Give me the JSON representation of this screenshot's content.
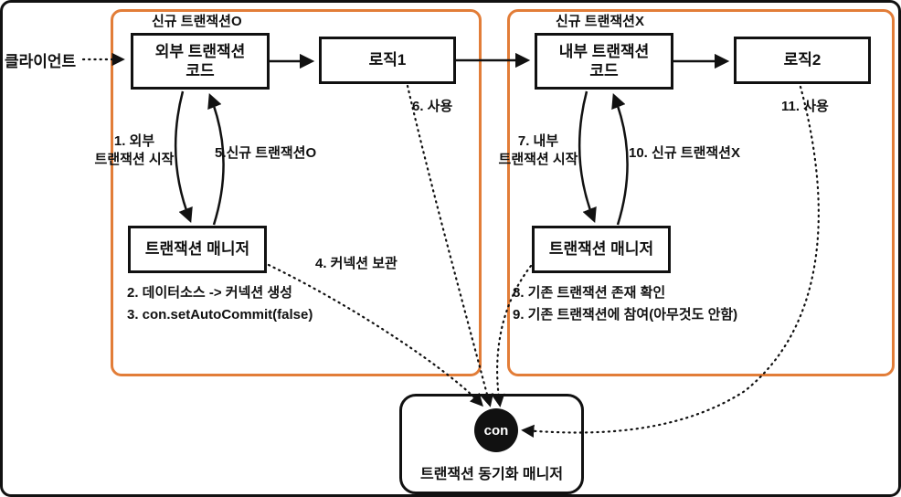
{
  "colors": {
    "panel_border": "#e27d38",
    "box_border": "#111111",
    "background": "#ffffff",
    "connection_fill": "#111111"
  },
  "client": {
    "label": "클라이언트"
  },
  "left_panel": {
    "title": "신규 트랜잭션O",
    "outer_tx_code": "외부 트랜잭션\n코드",
    "logic1": "로직1",
    "tx_manager": "트랜잭션 매니저",
    "steps": {
      "s1": "1. 외부\n트랜잭션 시작",
      "s5": "5.신규 트랜잭션O",
      "s2": "2. 데이터소스 -> 커넥션 생성",
      "s3": "3. con.setAutoCommit(false)",
      "s4": "4. 커넥션 보관",
      "s6": "6. 사용"
    }
  },
  "right_panel": {
    "title": "신규 트랜잭션X",
    "inner_tx_code": "내부 트랜잭션\n코드",
    "logic2": "로직2",
    "tx_manager": "트랜잭션 매니저",
    "steps": {
      "s7": "7. 내부\n트랜잭션 시작",
      "s10": "10. 신규 트랜잭션X",
      "s8": "8. 기존 트랜잭션 존재 확인",
      "s9": "9. 기존 트랜잭션에 참여(아무것도 안함)",
      "s11": "11. 사용"
    }
  },
  "sync_manager": {
    "label": "트랜잭션 동기화 매니저",
    "connection": "con"
  }
}
